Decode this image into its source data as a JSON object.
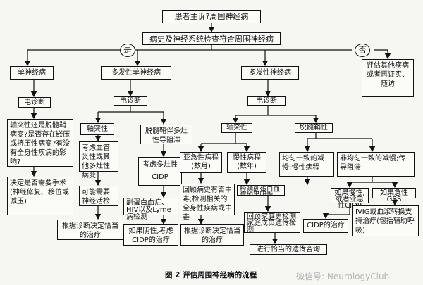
{
  "title": "患者主诉?周围神经病",
  "history": "病史及神经系统检查符合周围神经病",
  "yes": "是",
  "no": "否",
  "col1": {
    "head": "单神经病",
    "edx": "电诊断",
    "q1": "轴突性还是脱髓鞘病变?是否存在嵌压或挤压性病变?有没有全身性疾病的影响?",
    "q2": "决定是否需要手术(神经修复、移位或减压)"
  },
  "col2": {
    "head": "多发性单神经病",
    "edx": "电诊断",
    "axonal": "轴突性",
    "vasc": "考虑血管炎性或其他多灶性病变",
    "biopsy": "可能需要神经活检",
    "diag": "根据诊断决定恰当的治疗",
    "demyel": "脱髓鞘伴多灶性导阻滞",
    "cidp": "考虑多灶性CIDP",
    "para": "副蛋白血症、HIV以及Lyme病检测",
    "neg": "如果阴性,考虑CIDP的治疗"
  },
  "col3": {
    "head": "多发性神经病",
    "edx": "电诊断",
    "axonal": "轴突性",
    "demyel": "脱髓鞘性",
    "subacute": "亚急性病程(数月)",
    "chronic": "慢性病程(数年)",
    "review": "回顾病史有否中毒;检测相关的全身性疾病或中毒",
    "diag": "根据诊断决定恰当的治疗",
    "para_test": "检测副蛋白血症如果阴性",
    "family": "回顾家庭史检测家庭成员遗传检测",
    "genetic": "进行恰当的遗传咨询",
    "uniform": "均匀一致的减慢;慢性病程",
    "nonuniform": "非均匀一致的减慢;传导阻滞",
    "if_para": "如果慢性,或者亚急性CIDP",
    "if_gbs": "如果急性GBS",
    "cidp_tx": "CIDP的治疗",
    "ivig": "IVIG或血浆转换支持治疗(包括辅助呼吸)"
  },
  "col4": {
    "text": "评估其他疾病或者再证实、随访"
  },
  "caption": "图 2   评估周围神经病的流程",
  "watermark": "微信号: NeurologyClub"
}
